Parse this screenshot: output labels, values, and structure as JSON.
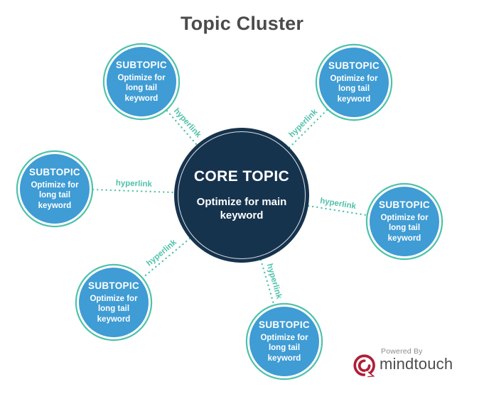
{
  "title": "Topic Cluster",
  "core": {
    "title": "CORE TOPIC",
    "subtitle": "Optimize for main keyword"
  },
  "subtopics": [
    {
      "position": "top-left",
      "title": "SUBTOPIC",
      "desc": "Optimize for long tail keyword"
    },
    {
      "position": "top-right",
      "title": "SUBTOPIC",
      "desc": "Optimize for long tail keyword"
    },
    {
      "position": "left",
      "title": "SUBTOPIC",
      "desc": "Optimize for long tail keyword"
    },
    {
      "position": "right",
      "title": "SUBTOPIC",
      "desc": "Optimize for long tail keyword"
    },
    {
      "position": "bottom-left",
      "title": "SUBTOPIC",
      "desc": "Optimize for long tail keyword"
    },
    {
      "position": "bottom",
      "title": "SUBTOPIC",
      "desc": "Optimize for long tail keyword"
    }
  ],
  "connectors": [
    {
      "label": "hyperlink"
    },
    {
      "label": "hyperlink"
    },
    {
      "label": "hyperlink"
    },
    {
      "label": "hyperlink"
    },
    {
      "label": "hyperlink"
    },
    {
      "label": "hyperlink"
    }
  ],
  "logo": {
    "powered_by": "Powered By",
    "brand": "mindtouch"
  },
  "colors": {
    "subtopic_blue": "#3f9cd4",
    "ring_teal": "#4fc2ab",
    "core_navy": "#16334e",
    "title_gray": "#4b4b4b",
    "brand_red": "#b01e36",
    "brand_gray": "#4d4d4d"
  }
}
